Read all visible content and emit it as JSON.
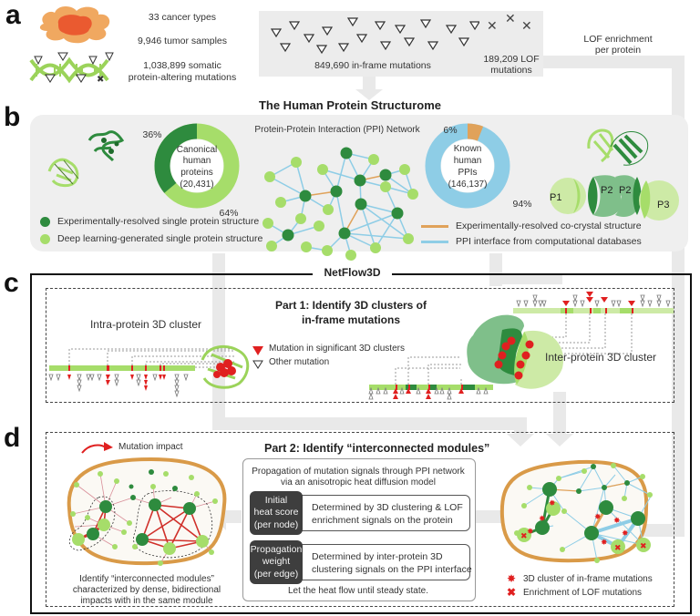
{
  "panels": {
    "a": {
      "letter": "a",
      "stats": [
        "33 cancer types",
        "9,946 tumor samples",
        "1,038,899 somatic",
        "protein-altering mutations"
      ],
      "inframe_label": "849,690 in-frame mutations",
      "lof_label_1": "189,209 LOF",
      "lof_label_2": "mutations",
      "lof_enrichment_1": "LOF enrichment",
      "lof_enrichment_2": "per protein"
    },
    "b": {
      "letter": "b",
      "title": "The Human Protein Structurome",
      "donut1": {
        "center_lines": [
          "Canonical",
          "human",
          "proteins",
          "(20,431)"
        ],
        "pct_dark": "36%",
        "pct_light": "64%",
        "values": [
          36,
          64
        ]
      },
      "ppi_network_title": "Protein-Protein Interaction (PPI) Network",
      "donut2": {
        "center_lines": [
          "Known",
          "human",
          "PPIs",
          "(146,137)"
        ],
        "pct_orange": "6%",
        "pct_blue": "94%",
        "values": [
          6,
          94
        ]
      },
      "legend_left": [
        {
          "label": "Experimentally-resolved single protein structure",
          "color": "#2e8b3e"
        },
        {
          "label": "Deep learning-generated single protein structure",
          "color": "#a6dd6a"
        }
      ],
      "legend_right": [
        {
          "label": "Experimentally-resolved co-crystal structure",
          "color": "#e0a25a"
        },
        {
          "label": "PPI interface from computational databases",
          "color": "#8ecde6"
        }
      ],
      "interface_labels": [
        "P1",
        "P2",
        "P2",
        "P3"
      ]
    },
    "c": {
      "letter": "c",
      "netflow_title": "NetFlow3D",
      "part1_title_1": "Part 1: Identify 3D clusters of",
      "part1_title_2": "in-frame mutations",
      "intra_label": "Intra-protein 3D cluster",
      "inter_label": "Inter-protein 3D cluster",
      "legend": [
        {
          "label": "Mutation in significant 3D clusters",
          "color": "#e02020"
        },
        {
          "label": "Other mutation",
          "color": "#ffffff"
        }
      ]
    },
    "d": {
      "letter": "d",
      "mutation_impact": "Mutation impact",
      "part2_title": "Part 2: Identify “interconnected modules”",
      "propagation_1": "Propagation of mutation signals through PPI network",
      "propagation_2": "via an anisotropic heat diffusion model",
      "step1_dark": [
        "Initial",
        "heat score",
        "(per node)"
      ],
      "step1_text": [
        "Determined by 3D clustering & LOF",
        "enrichment signals on the protein"
      ],
      "step2_dark": [
        "Propagation",
        "weight",
        "(per edge)"
      ],
      "step2_text": [
        "Determined by inter-protein 3D",
        "clustering signals on the PPI interface"
      ],
      "steady_state": "Let the heat flow until steady state.",
      "module_caption": [
        "Identify “interconnected modules”",
        "characterized by dense, bidirectional",
        "impacts with in the same module"
      ],
      "legend": [
        {
          "label": "3D cluster of in-frame mutations",
          "symbol": "star"
        },
        {
          "label": "Enrichment of LOF mutations",
          "symbol": "cross"
        }
      ]
    }
  },
  "colors": {
    "dark_green": "#2e8b3e",
    "light_green": "#a6dd6a",
    "orange": "#e0a25a",
    "blue": "#8ecde6",
    "red": "#e02020",
    "arrow_gray": "#e6e6e6",
    "box_gray": "#ececec"
  }
}
